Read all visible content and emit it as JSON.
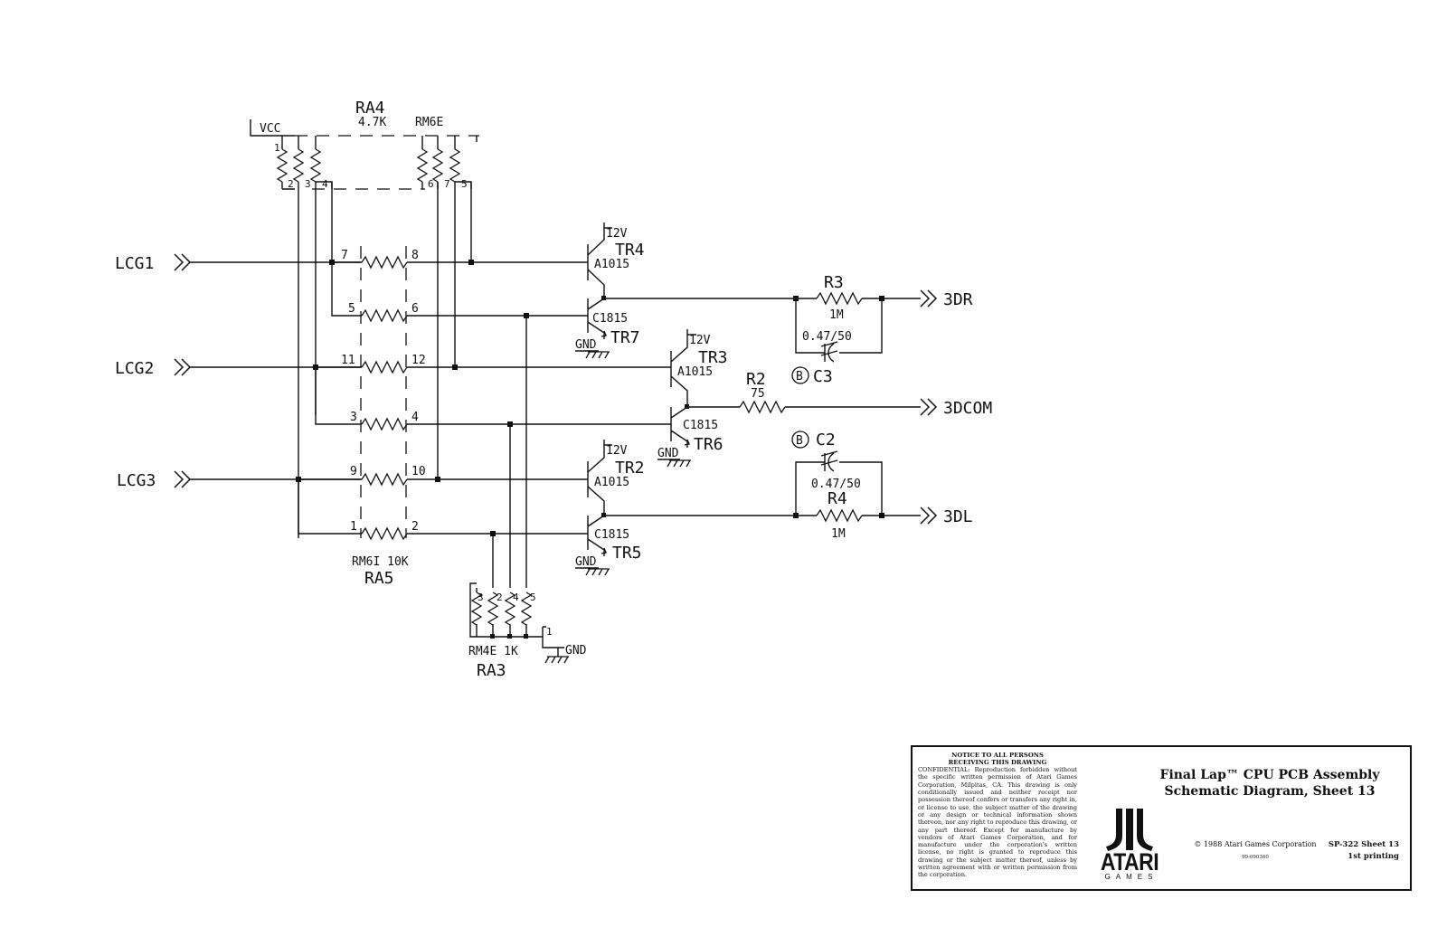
{
  "schematic": {
    "inputs": {
      "lcg1": "LCG1",
      "lcg2": "LCG2",
      "lcg3": "LCG3"
    },
    "outputs": {
      "r": "3DR",
      "com": "3DCOM",
      "l": "3DL"
    },
    "ra4": {
      "ref": "RA4",
      "value": "4.7K",
      "part": "RM6E",
      "supply": "VCC",
      "pins": [
        "1",
        "2",
        "3",
        "4",
        "6",
        "7",
        "5"
      ]
    },
    "ra5": {
      "ref": "RA5",
      "value": "RM6I 10K",
      "pins": [
        "7",
        "8",
        "5",
        "6",
        "11",
        "12",
        "3",
        "4",
        "9",
        "10",
        "1",
        "2"
      ]
    },
    "ra3": {
      "ref": "RA3",
      "value": "RM4E 1K",
      "ground": "GND",
      "pins": [
        "3",
        "2",
        "4",
        "5",
        "1"
      ]
    },
    "transistors": {
      "tr4": {
        "ref": "TR4",
        "part": "A1015",
        "supply": "12V"
      },
      "tr7": {
        "ref": "TR7",
        "part": "C1815",
        "ground": "GND"
      },
      "tr3": {
        "ref": "TR3",
        "part": "A1015",
        "supply": "12V"
      },
      "tr6": {
        "ref": "TR6",
        "part": "C1815",
        "ground": "GND"
      },
      "tr2": {
        "ref": "TR2",
        "part": "A1015",
        "supply": "12V"
      },
      "tr5": {
        "ref": "TR5",
        "part": "C1815",
        "ground": "GND"
      }
    },
    "r3": {
      "ref": "R3",
      "value": "1M"
    },
    "r2": {
      "ref": "R2",
      "value": "75"
    },
    "r4": {
      "ref": "R4",
      "value": "1M"
    },
    "c3": {
      "ref": "C3",
      "value": "0.47/50",
      "mark": "B"
    },
    "c2": {
      "ref": "C2",
      "value": "0.47/50",
      "mark": "B"
    }
  },
  "title_block": {
    "notice_head_1": "NOTICE TO ALL PERSONS",
    "notice_head_2": "RECEIVING THIS DRAWING",
    "notice_body": "CONFIDENTIAL: Reproduction forbidden without the specific written permission of Atari Games Corporation, Milpitas, CA. This drawing is only conditionally issued and neither receipt nor possession thereof confers or transfers any right in, or license to use, the subject matter of the drawing or any design or technical information shown thereon, nor any right to reproduce this drawing, or any part thereof. Except for manufacture by vendors of Atari Games Corporation, and for manufacture under the corporation's written license, no right is granted to reproduce this drawing or the subject matter thereof, unless by written agreement with or written permission from the corporation.",
    "title_line_1": "Final Lap™ CPU PCB Assembly",
    "title_line_2": "Schematic Diagram, Sheet 13",
    "logo_word": "ATARI",
    "logo_sub": "GAMES",
    "copyright": "© 1988 Atari Games Corporation",
    "part_no": "99-090360",
    "sheet_id": "SP-322  Sheet 13",
    "printing": "1st printing"
  }
}
